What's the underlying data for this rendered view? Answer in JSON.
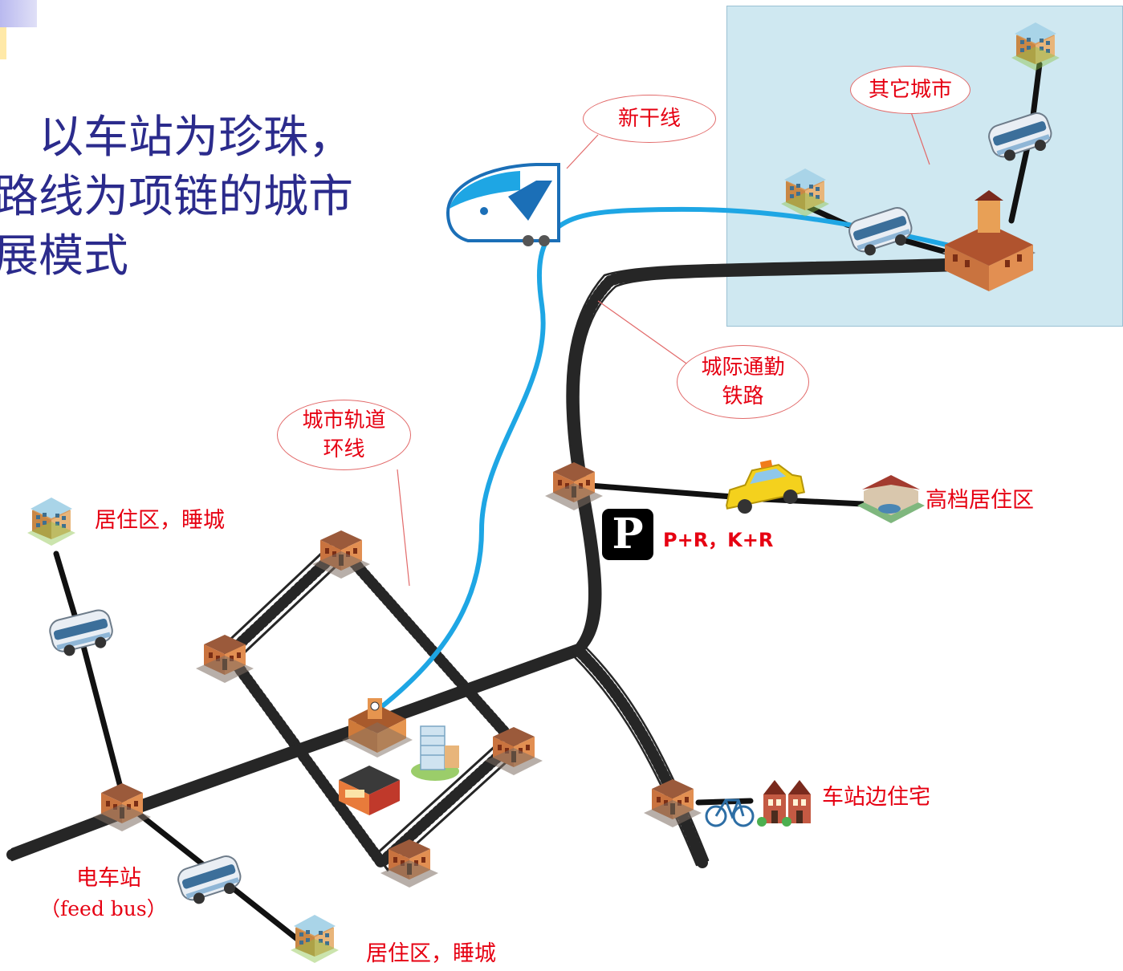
{
  "title": {
    "line1": "以车站为珍珠，",
    "line2": "路线为项链的城市",
    "line3": "展模式"
  },
  "callouts": {
    "new_trunk": [
      "新干线"
    ],
    "other_city": [
      "其它城市"
    ],
    "intercity": [
      "城际通勤",
      "铁路"
    ],
    "ring": [
      "城市轨道",
      "环线"
    ]
  },
  "labels": {
    "residential_top": "居住区，睡城",
    "residential_bottom": "居住区，睡城",
    "tram_station_1": "电车站",
    "tram_station_2": "（feed bus）",
    "park_ride": "P+R，K+R",
    "parking_letter": "P",
    "high_end": "高档居住区",
    "station_housing": "车站边住宅"
  },
  "colors": {
    "title": "#2b2b8c",
    "label": "#e60012",
    "high_speed_line": "#1ea6e4",
    "city_box": "#cfe8f1",
    "road": "#111111"
  },
  "icons": {
    "train": "bullet-train-icon",
    "bus": "bus-icon",
    "taxi": "taxi-icon",
    "bike": "bicycle-icon",
    "station": "station-building-icon",
    "apartment": "apartment-building-icon"
  }
}
